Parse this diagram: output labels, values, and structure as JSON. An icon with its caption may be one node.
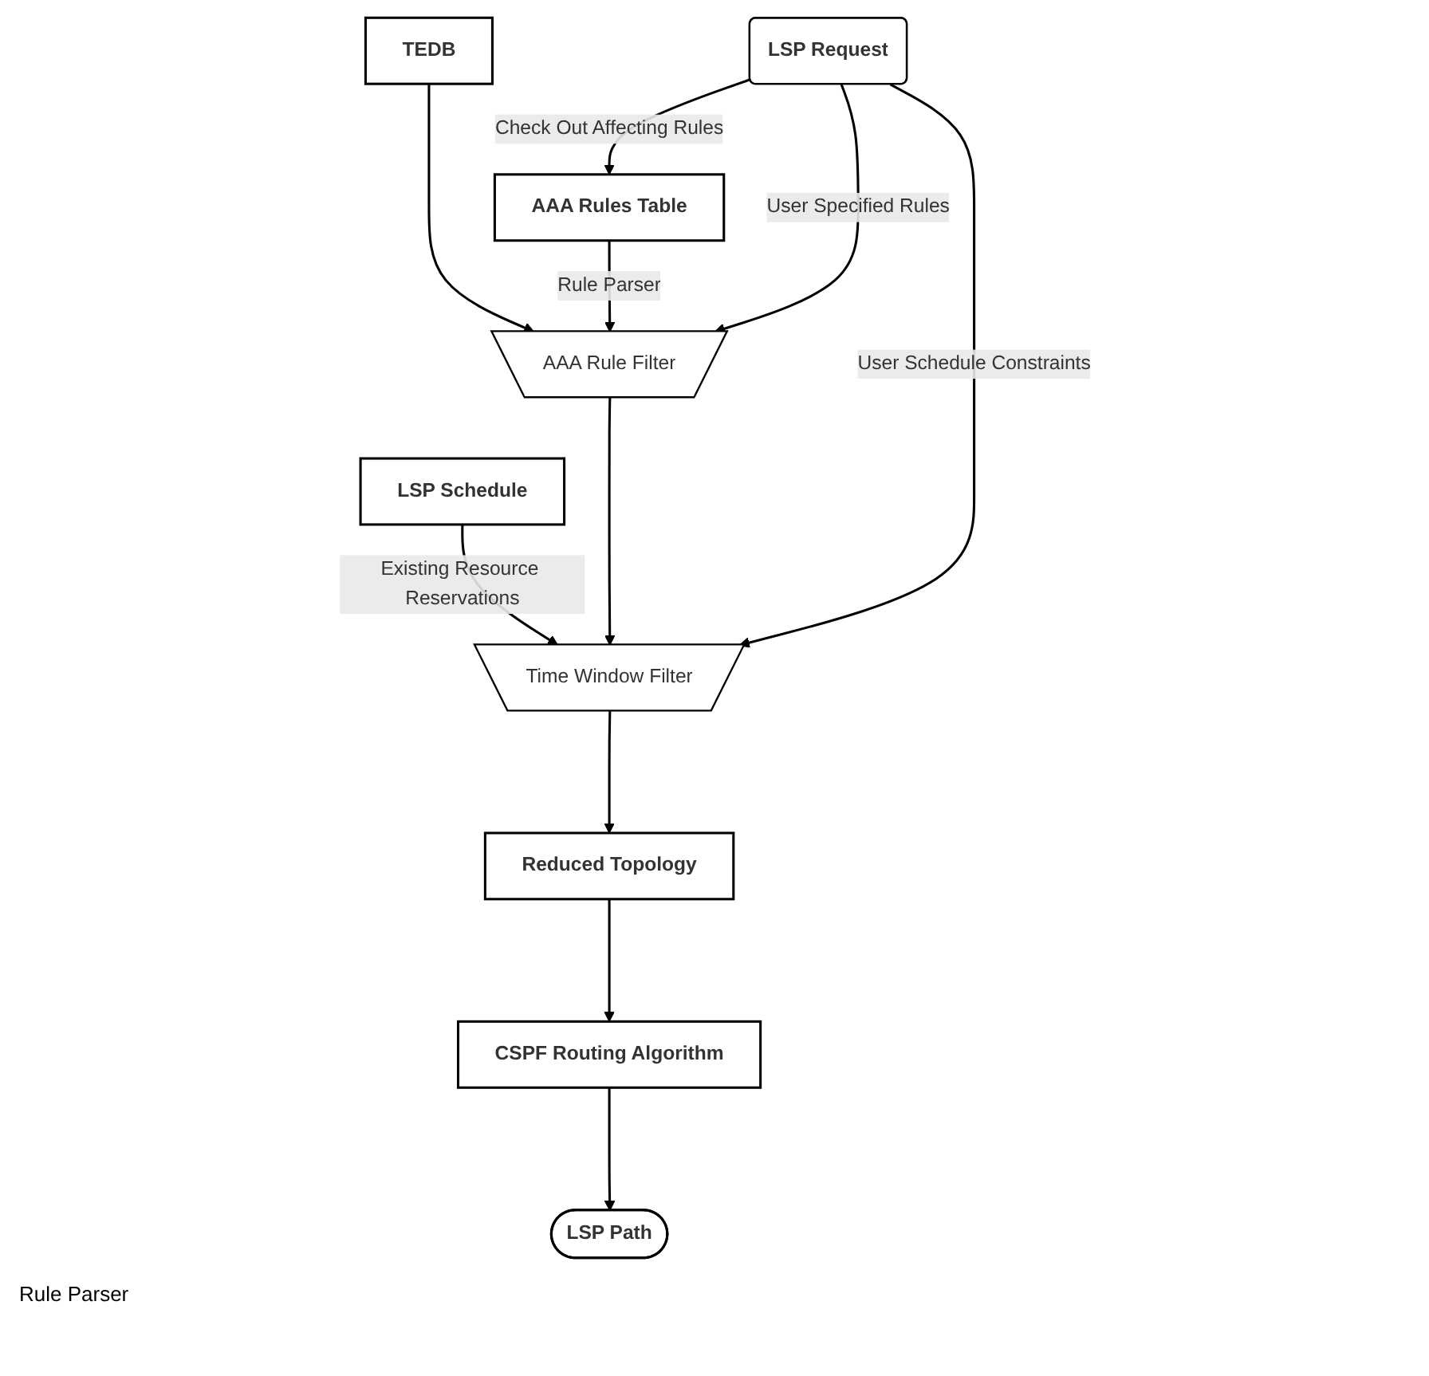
{
  "diagram": {
    "nodes": [
      {
        "text": [
          "LSP Request"
        ]
      },
      {
        "text": [
          "AAA Rules Table"
        ]
      },
      {
        "text": [
          "TEDB"
        ]
      },
      {
        "text": [
          "AAA Rule Filter"
        ]
      },
      {
        "text": [
          "LSP Schedule"
        ]
      },
      {
        "text": [
          "Time Window Filter"
        ]
      },
      {
        "text": [
          "Reduced Topology"
        ]
      },
      {
        "text": [
          "CSPF Routing Algorithm"
        ]
      },
      {
        "text": [
          "LSP Path"
        ]
      }
    ],
    "edges": [
      {
        "from": 0,
        "to": 1,
        "arrow": "to",
        "label": "Check Out Affecting Rules"
      },
      {
        "from": 1,
        "to": 3,
        "arrow": "to",
        "label": "Rule Parser"
      },
      {
        "from": 2,
        "to": 3,
        "arrow": "to"
      },
      {
        "from": 0,
        "to": 3,
        "arrow": "to",
        "label": "User Specified Rules"
      },
      {
        "from": 3,
        "to": 5,
        "arrow": "to"
      },
      {
        "from": 4,
        "to": 5,
        "arrow": "to",
        "label": "Existing Resource Reservations"
      },
      {
        "from": 0,
        "to": 5,
        "arrow": "to",
        "label": "User Schedule Constraints"
      },
      {
        "from": 5,
        "to": 6,
        "arrow": "to"
      },
      {
        "from": 6,
        "to": 7,
        "arrow": "to"
      },
      {
        "from": 7,
        "to": 8,
        "arrow": "to"
      }
    ],
    "labels": [
      "Rule Parser"
    ]
  }
}
